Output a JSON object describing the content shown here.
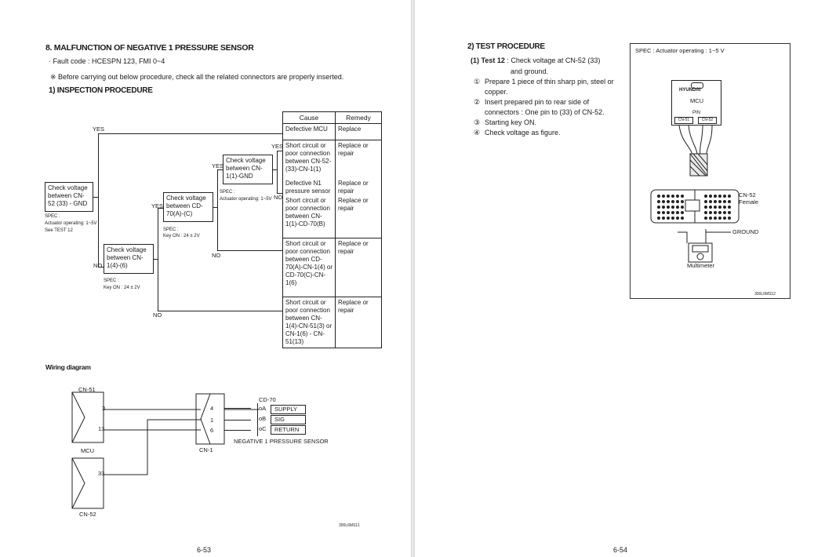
{
  "left_page": {
    "title": "8. MALFUNCTION OF NEGATIVE 1 PRESSURE SENSOR",
    "fault_code": "· Fault code : HCESPN 123, FMI 0~4",
    "note": "※ Before carrying out below procedure, check all the related connectors are properly inserted.",
    "section_title": "1) INSPECTION PROCEDURE",
    "flow": {
      "check1": "Check voltage between CN-52 (33) - GND",
      "check1_spec_label": "SPEC :",
      "check1_spec_value": "Actuator operating: 1~5V",
      "check1_spec_note": "See TEST 12",
      "check2": "Check voltage between CN-1(4)-(6)",
      "check2_spec_label": "SPEC :",
      "check2_spec_value": "Key ON : 24 ± 2V",
      "check3": "Check voltage between CD-70(A)-(C)",
      "check3_spec_label": "SPEC :",
      "check3_spec_value": "Key ON : 24 ± 2V",
      "check4": "Check voltage between CN-1(1)-GND",
      "check4_spec_label": "SPEC :",
      "check4_spec_value": "Actuator operating: 1~5V",
      "yes": "YES",
      "no": "NO"
    },
    "table": {
      "headers": [
        "Cause",
        "Remedy"
      ],
      "rows": [
        {
          "cause": "Defective MCU",
          "remedy": "Replace"
        },
        {
          "cause": "Short circuit or poor connection between CN-52-(33)-CN-1(1)",
          "remedy": "Replace or repair"
        },
        {
          "cause": "Defective N1 pressure sensor",
          "remedy": "Replace or repair"
        },
        {
          "cause": "Short circuit or poor connection between CN-1(1)-CD-70(B)",
          "remedy": "Replace or repair"
        },
        {
          "cause": "Short circuit or poor connection between CD-70(A)-CN-1(4) or CD-70(C)-CN-1(6)",
          "remedy": "Replace or repair"
        },
        {
          "cause": "Short circuit or poor connection between CN-1(4)-CN-51(3) or CN-1(6) - CN-51(13)",
          "remedy": "Replace or repair"
        }
      ]
    },
    "wiring": {
      "title": "Wiring diagram",
      "cn51": "CN-51",
      "mcu": "MCU",
      "cn52": "CN-52",
      "cn1": "CN-1",
      "cd70": "CD-70",
      "pins_cn51": [
        "3",
        "13"
      ],
      "pin_cn52": "33",
      "pins_cn1": [
        "4",
        "1",
        "6"
      ],
      "sensor_pins": [
        {
          "pin": "A",
          "name": "SUPPLY"
        },
        {
          "pin": "B",
          "name": "SIG"
        },
        {
          "pin": "C",
          "name": "RETURN"
        }
      ],
      "sensor_label": "NEGATIVE 1 PRESSURE SENSOR",
      "fig_code": "300L6MS11"
    },
    "page_number": "6-53"
  },
  "right_page": {
    "section_title": "2) TEST PROCEDURE",
    "test_label": "(1) Test 12",
    "test_desc_1": ": Check voltage at CN-52 (33)",
    "test_desc_2": "and ground.",
    "steps": [
      {
        "num": "①",
        "lines": [
          "Prepare 1 piece of thin sharp pin, steel or",
          "copper."
        ]
      },
      {
        "num": "②",
        "lines": [
          "Insert prepared pin to rear side of",
          "connectors : One pin to (33) of CN-52."
        ]
      },
      {
        "num": "③",
        "lines": [
          "Starting key ON."
        ]
      },
      {
        "num": "④",
        "lines": [
          "Check voltage as figure."
        ]
      }
    ],
    "figure": {
      "spec": "SPEC : Actuator operating : 1~5 V",
      "brand": "HYUNDAI",
      "mcu": "MCU",
      "pin": "PIN",
      "cn51": "CN-51",
      "cn52": "CN-52",
      "cn52_label": "CN-52",
      "female": "Female",
      "ground": "GROUND",
      "multimeter": "Multimeter",
      "fig_code": "300L6MS12"
    },
    "page_number": "6-54"
  }
}
